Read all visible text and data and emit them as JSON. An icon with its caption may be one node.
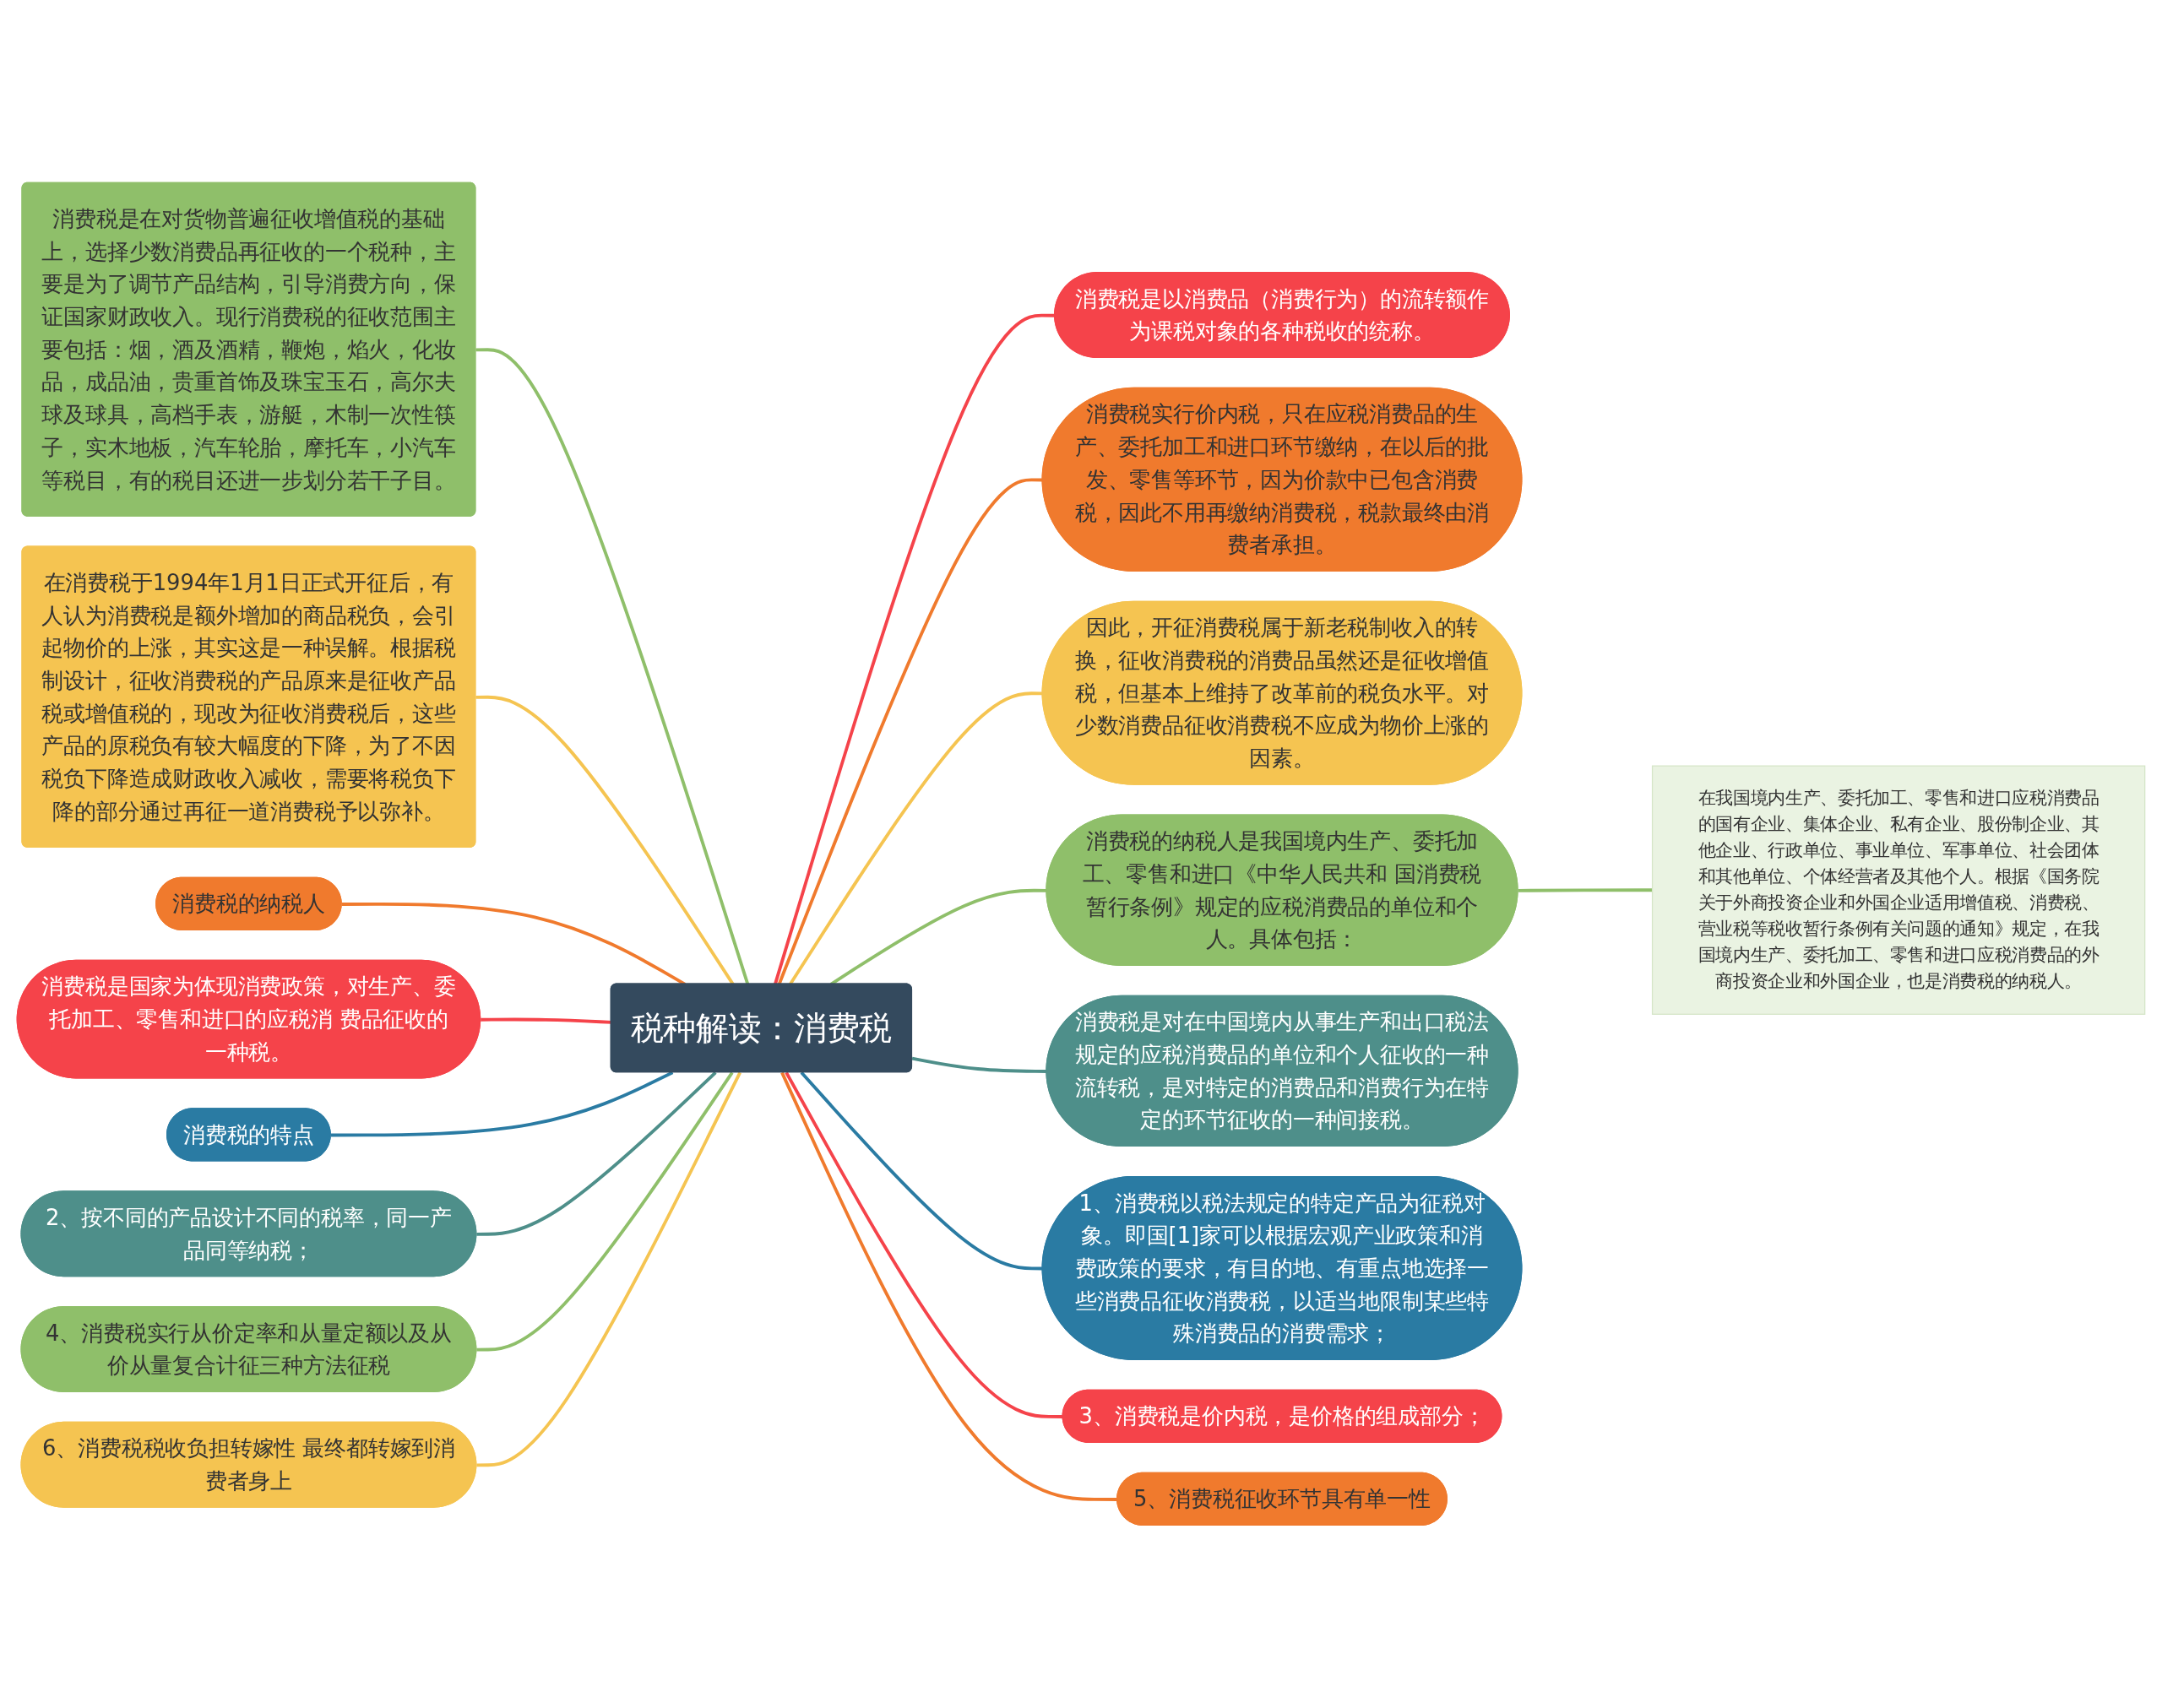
{
  "diagram": {
    "nodes": [
      {
        "text": [
          "税种解读：消费税"
        ]
      },
      {
        "text": [
          "消费税是在对货物普遍征收增值税的基础上，选择少数消费品再征收的一个税种，主要是为了调节产品结构，引导消费方向，保证国家财政收入。现行消费税的征收范围主要包括：烟，酒及酒精，鞭炮，焰火，化妆品，成品油，贵重首饰及珠宝玉石，高尔夫球及球具，高档手表，游艇，木制一次性筷子，实木地板，汽车轮胎，摩托车，小汽车等税目，有的税目还进一步划分若干子目。"
        ]
      },
      {
        "text": [
          "在消费税于1994年1月1日正式开征后，有人认为消费税是额外增加的商品税负，会引起物价的上涨，其实这是一种误解。根据税制设计，征收消费税的产品原来是征收产品税或增值税的，现改为征收消费税后，这些产品的原税负有较大幅度的下降，为了不因税负下降造成财政收入减收，需要将税负下降的部分通过再征一道消费税予以弥补。"
        ]
      },
      {
        "text": [
          "消费税的纳税人"
        ]
      },
      {
        "text": [
          "消费税是国家为体现消费政策，对生产、委托加工、零售和进口的应税消 费品征收的一种税。"
        ]
      },
      {
        "text": [
          "消费税的特点"
        ]
      },
      {
        "text": [
          "2、按不同的产品设计不同的税率，同一产品同等纳税；"
        ]
      },
      {
        "text": [
          "4、消费税实行从价定率和从量定额以及从价从量复合计征三种方法征税"
        ]
      },
      {
        "text": [
          "6、消费税税收负担转嫁性 最终都转嫁到消费者身上"
        ]
      },
      {
        "text": [
          "消费税是以消费品（消费行为）的流转额作为课税对象的各种税收的统称。"
        ]
      },
      {
        "text": [
          "消费税实行价内税，只在应税消费品的生产、委托加工和进口环节缴纳，在以后的批发、零售等环节，因为价款中已包含消费税，因此不用再缴纳消费税，税款最终由消费者承担。"
        ]
      },
      {
        "text": [
          "因此，开征消费税属于新老税制收入的转换，征收消费税的消费品虽然还是征收增值税，但基本上维持了改革前的税负水平。对少数消费品征收消费税不应成为物价上涨的因素。"
        ]
      },
      {
        "text": [
          "消费税的纳税人是我国境内生产、委托加工、零售和进口《中华人民共和 国消费税暂行条例》规定的应税消费品的单位和个人。具体包括："
        ]
      },
      {
        "text": [
          "消费税是对在中国境内从事生产和出口税法规定的应税消费品的单位和个人征收的一种流转税，是对特定的消费品和消费行为在特定的环节征收的一种间接税。"
        ]
      },
      {
        "text": [
          "1、消费税以税法规定的特定产品为征税对象。即国[1]家可以根据宏观产业政策和消费政策的要求，有目的地、有重点地选择一些消费品征收消费税，以适当地限制某些特殊消费品的消费需求；"
        ]
      },
      {
        "text": [
          "3、消费税是价内税，是价格的组成部分；"
        ]
      },
      {
        "text": [
          "5、消费税征收环节具有单一性"
        ]
      },
      {
        "text": [
          "在我国境内生产、委托加工、零售和进口应税消费品的国有企业、集体企业、私有企业、股份制企业、其他企业、行政单位、事业单位、军事单位、社会团体和其他单位、个体经营者及其他个人。根据《国务院关于外商投资企业和外国企业适用增值税、消费税、营业税等税收暂行条例有关问题的通知》规定，在我国境内生产、委托加工、零售和进口应税消费品的外商投资企业和外国企业，也是消费税的纳税人。"
        ]
      }
    ],
    "edges": [
      {
        "from": 0,
        "to": 1,
        "arrow": "none",
        "color": "#8fbf6a"
      },
      {
        "from": 0,
        "to": 2,
        "arrow": "none",
        "color": "#f5c451"
      },
      {
        "from": 0,
        "to": 3,
        "arrow": "none",
        "color": "#f07a2d"
      },
      {
        "from": 0,
        "to": 4,
        "arrow": "none",
        "color": "#f5434a"
      },
      {
        "from": 0,
        "to": 5,
        "arrow": "none",
        "color": "#2a7ba3"
      },
      {
        "from": 0,
        "to": 6,
        "arrow": "none",
        "color": "#4e8f8a"
      },
      {
        "from": 0,
        "to": 7,
        "arrow": "none",
        "color": "#8fbf6a"
      },
      {
        "from": 0,
        "to": 8,
        "arrow": "none",
        "color": "#f5c451"
      },
      {
        "from": 0,
        "to": 9,
        "arrow": "none",
        "color": "#f5434a"
      },
      {
        "from": 0,
        "to": 10,
        "arrow": "none",
        "color": "#f07a2d"
      },
      {
        "from": 0,
        "to": 11,
        "arrow": "none",
        "color": "#f5c451"
      },
      {
        "from": 0,
        "to": 12,
        "arrow": "none",
        "color": "#8fbf6a"
      },
      {
        "from": 0,
        "to": 13,
        "arrow": "none",
        "color": "#4e8f8a"
      },
      {
        "from": 0,
        "to": 14,
        "arrow": "none",
        "color": "#2a7ba3"
      },
      {
        "from": 0,
        "to": 15,
        "arrow": "none",
        "color": "#f5434a"
      },
      {
        "from": 0,
        "to": 16,
        "arrow": "none",
        "color": "#f07a2d"
      },
      {
        "from": 12,
        "to": 17,
        "arrow": "none",
        "color": "#8fbf6a"
      }
    ]
  }
}
